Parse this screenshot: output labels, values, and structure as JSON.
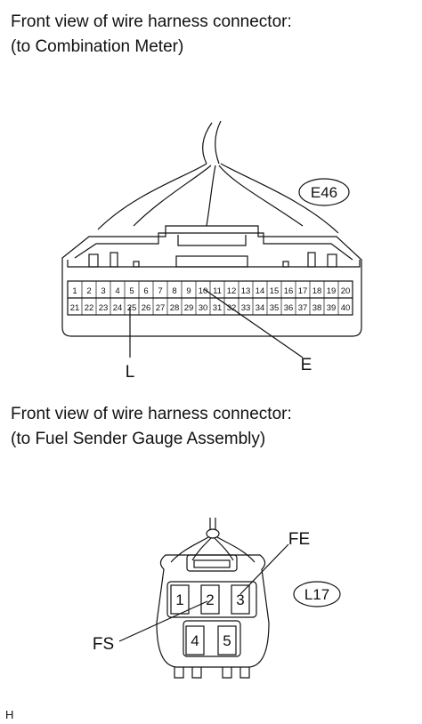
{
  "captions": {
    "meter_line1": "Front view of wire harness connector:",
    "meter_line2": "(to Combination Meter)",
    "sender_line1": "Front view of wire harness connector:",
    "sender_line2": "(to Fuel Sender Gauge Assembly)"
  },
  "connectors": {
    "e46": {
      "code": "E46",
      "pins_row1": [
        "1",
        "2",
        "3",
        "4",
        "5",
        "6",
        "7",
        "8",
        "9",
        "10",
        "11",
        "12",
        "13",
        "14",
        "15",
        "16",
        "17",
        "18",
        "19",
        "20"
      ],
      "pins_row2": [
        "21",
        "22",
        "23",
        "24",
        "25",
        "26",
        "27",
        "28",
        "29",
        "30",
        "31",
        "32",
        "33",
        "34",
        "35",
        "36",
        "37",
        "38",
        "39",
        "40"
      ],
      "callouts": {
        "l": "L",
        "e": "E"
      }
    },
    "l17": {
      "code": "L17",
      "pins_top": [
        "1",
        "2",
        "3"
      ],
      "pins_bottom": [
        "4",
        "5"
      ],
      "callouts": {
        "fe": "FE",
        "fs": "FS"
      }
    }
  },
  "footer_code": "H"
}
